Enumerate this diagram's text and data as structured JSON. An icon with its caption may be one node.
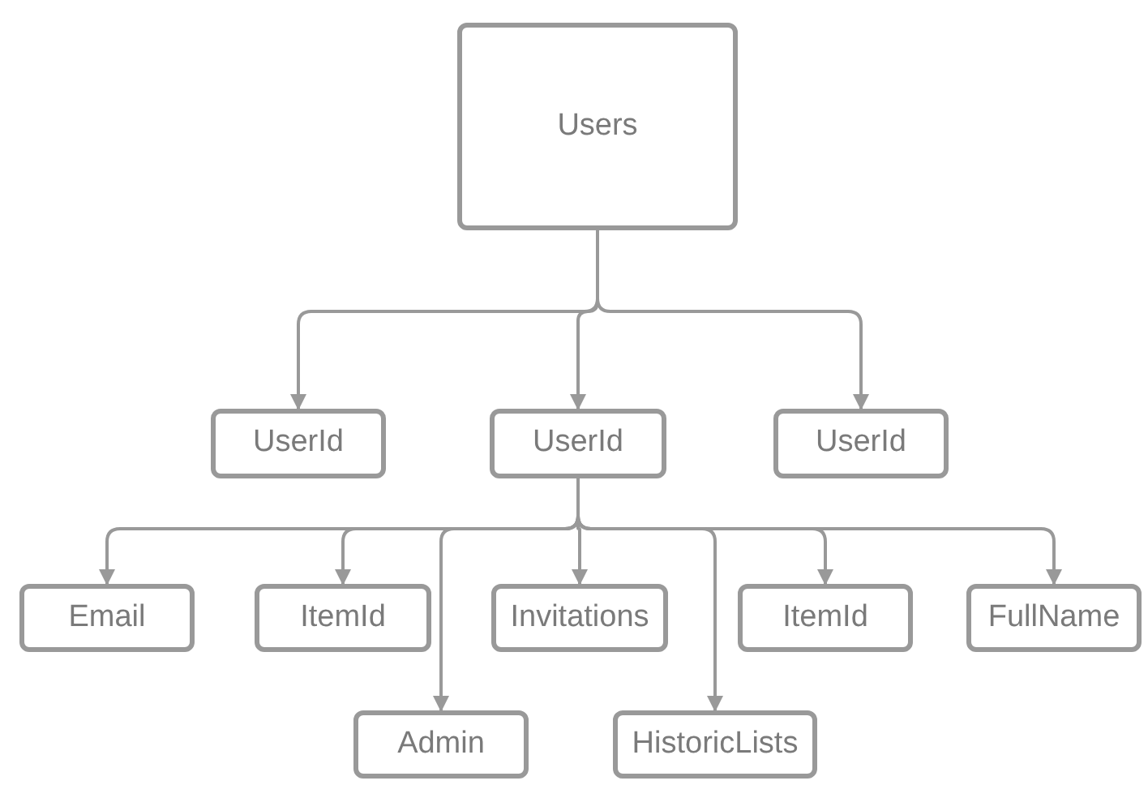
{
  "diagram": {
    "nodes": [
      {
        "text": [
          "Users"
        ]
      },
      {
        "text": [
          "UserId"
        ]
      },
      {
        "text": [
          "UserId"
        ]
      },
      {
        "text": [
          "UserId"
        ]
      },
      {
        "text": [
          "Email"
        ]
      },
      {
        "text": [
          "ItemId"
        ]
      },
      {
        "text": [
          "Invitations"
        ]
      },
      {
        "text": [
          "ItemId"
        ]
      },
      {
        "text": [
          "FullName"
        ]
      },
      {
        "text": [
          "Admin"
        ]
      },
      {
        "text": [
          "HistoricLists"
        ]
      }
    ],
    "edges": [
      {
        "from": 0,
        "to": 1,
        "arrow": "to"
      },
      {
        "from": 0,
        "to": 2,
        "arrow": "to"
      },
      {
        "from": 0,
        "to": 3,
        "arrow": "to"
      },
      {
        "from": 2,
        "to": 4,
        "arrow": "to"
      },
      {
        "from": 2,
        "to": 5,
        "arrow": "to"
      },
      {
        "from": 2,
        "to": 6,
        "arrow": "to"
      },
      {
        "from": 2,
        "to": 7,
        "arrow": "to"
      },
      {
        "from": 2,
        "to": 8,
        "arrow": "to"
      },
      {
        "from": 2,
        "to": 9,
        "arrow": "to"
      },
      {
        "from": 2,
        "to": 10,
        "arrow": "to"
      }
    ]
  }
}
